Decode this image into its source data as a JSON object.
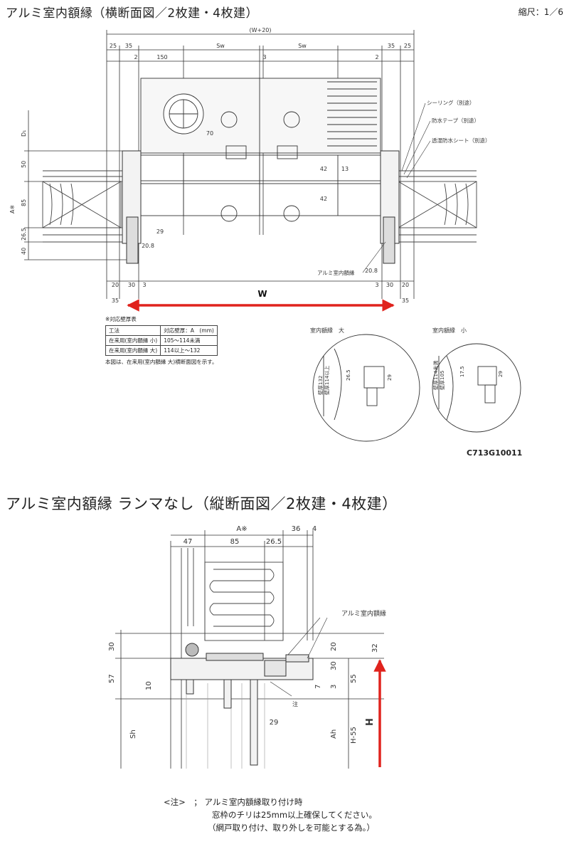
{
  "header": {
    "title_top": "アルミ室内額縁（横断面図／2枚建・4枚建）",
    "scale": "縮尺：1／6",
    "title_bottom": "アルミ室内額縁 ランマなし（縦断面図／2枚建・4枚建）",
    "drawing_code": "C713G10011"
  },
  "top_dims": {
    "overall": "(W+20)",
    "left_25": "25",
    "left_35": "35",
    "left_2": "2",
    "left_150": "150",
    "sw_left": "Sw",
    "center_3": "3",
    "sw_right": "Sw",
    "right_2": "2",
    "right_35": "35",
    "right_25": "25",
    "v_D1": "D₁",
    "v_50": "50",
    "v_85": "85",
    "v_A": "A※",
    "v_26_5": "26.5",
    "v_40": "40",
    "v_70": "70",
    "v_42a": "42",
    "v_13": "13",
    "v_42b": "42",
    "v_29": "29",
    "h_20_8l": "20.8",
    "b_20": "20",
    "b_30": "30",
    "b_3": "3",
    "b_35l": "35",
    "b_W": "W",
    "rb_3": "3",
    "rb_30": "30",
    "rb_20": "20",
    "rb_35": "35",
    "h_20_8r": "20.8",
    "label_sealing": "シーリング（別途）",
    "label_tape": "防水テープ（別途）",
    "label_sheet": "透湿防水シート（別途）",
    "label_frame": "アルミ室内額縁"
  },
  "wall_table": {
    "heading": "※対応壁厚表",
    "col1": "工法",
    "col2": "対応壁厚：A　(mm)",
    "rows": [
      [
        "在来用(室内額縁 小)",
        "105〜114未満"
      ],
      [
        "在来用(室内額縁 大)",
        "114以上〜132"
      ]
    ],
    "footnote": "本図は、在来用(室内額縁 大)横断面図を示す。"
  },
  "details": {
    "large_title": "室内額縁　大",
    "large_dims": [
      "壁厚132",
      "壁厚114以上",
      "26.5",
      "29"
    ],
    "small_title": "室内額縁　小",
    "small_dims": [
      "壁厚114未満",
      "壁厚105",
      "17.5",
      "29"
    ]
  },
  "bottom_dims": {
    "A": "A※",
    "d36": "36",
    "d4": "4",
    "d47": "47",
    "d85": "85",
    "d26_5": "26.5",
    "frame_label": "アルミ室内額縁",
    "v30a": "30",
    "v57": "57",
    "v10": "10",
    "v20": "20",
    "v30b": "30",
    "v32": "32",
    "v7": "7",
    "v3": "3",
    "v55": "55",
    "chuu": "注",
    "d29": "29",
    "Sh": "Sh",
    "Ah": "Ah",
    "H55": "H-55",
    "H": "H"
  },
  "note": {
    "label": "<注>　；",
    "line1": "アルミ室内額縁取り付け時",
    "line2": "窓枠のチリは25mm以上確保してください。",
    "line3": "（網戸取り付け、取り外しを可能とする為。）"
  },
  "colors": {
    "arrow": "#e0231d",
    "line": "#333333"
  }
}
